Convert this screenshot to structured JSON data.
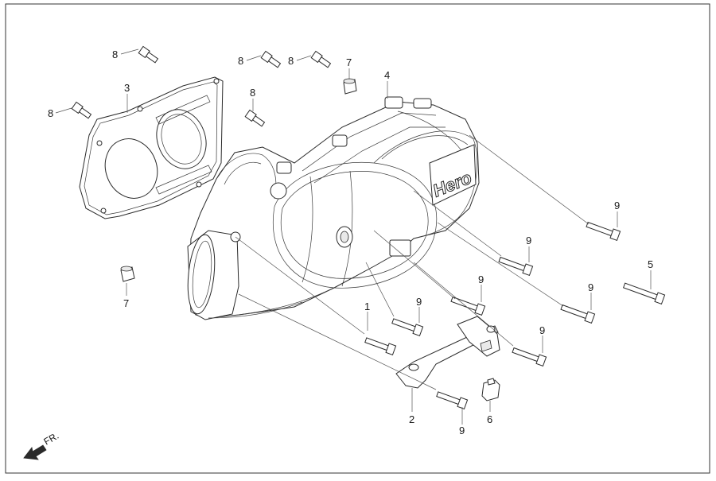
{
  "callouts": {
    "c1": "1",
    "c2": "2",
    "c3": "3",
    "c4": "4",
    "c5": "5",
    "c6": "6",
    "c7": "7",
    "c8": "8",
    "c9": "9"
  },
  "cover_logo": "Hero",
  "front_marker": {
    "label": "FR."
  }
}
